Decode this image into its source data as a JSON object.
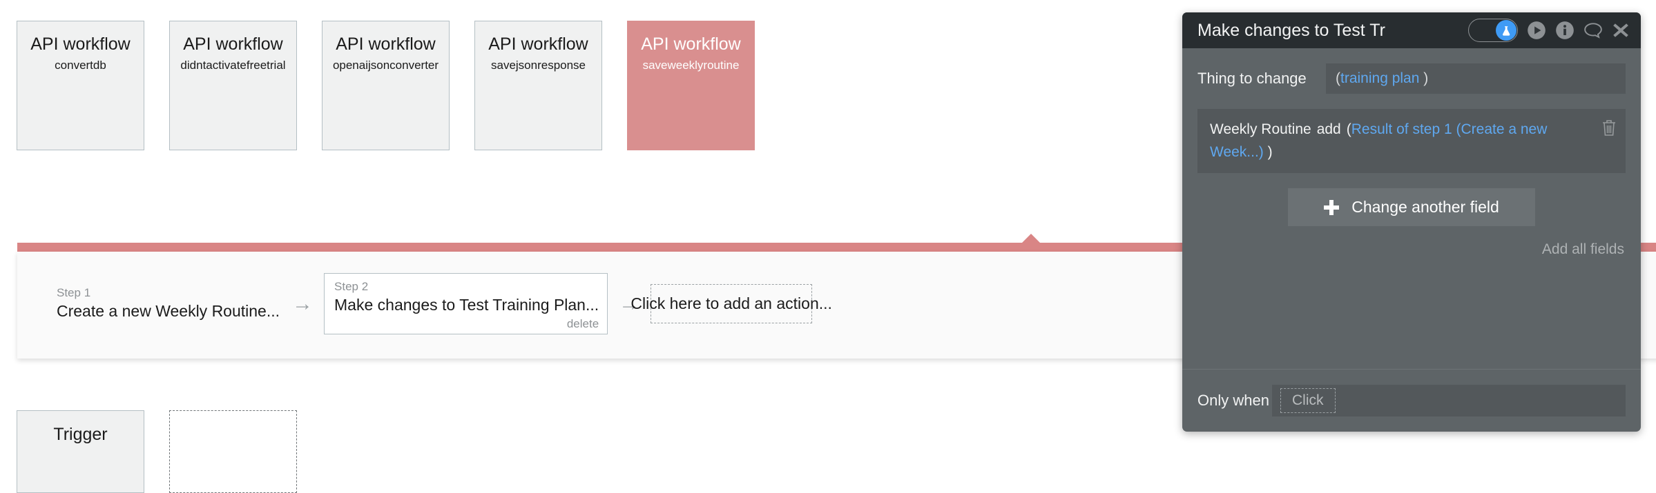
{
  "canvas": {
    "workflow_cards": [
      {
        "type": "API workflow",
        "name": "convertdb",
        "selected": false
      },
      {
        "type": "API workflow",
        "name": "didntactivatefreetrial",
        "selected": false
      },
      {
        "type": "API workflow",
        "name": "openaijsonconverter",
        "selected": false
      },
      {
        "type": "API workflow",
        "name": "savejsonresponse",
        "selected": false
      },
      {
        "type": "API workflow",
        "name": "saveweeklyroutine",
        "selected": true
      }
    ],
    "selected_accent": "#d98585",
    "steps": [
      {
        "label": "Step 1",
        "text": "Create a new Weekly Routine...",
        "delete": "",
        "boxed": false
      },
      {
        "label": "Step 2",
        "text": "Make changes to Test Training Plan...",
        "delete": "delete",
        "boxed": true
      }
    ],
    "add_action_placeholder": "Click here to add an action...",
    "arrow_glyph": "→",
    "bottom_row": {
      "trigger_label": "Trigger"
    }
  },
  "inspector": {
    "title": "Make changes to Test Tr",
    "accent_blue": "#3f9bf5",
    "header_bg": "#282d30",
    "body_bg": "#5e6467",
    "icons": [
      "flask-toggle-icon",
      "play-icon",
      "info-icon",
      "comment-icon",
      "close-icon"
    ],
    "thing_to_change": {
      "label": "Thing to change",
      "open_paren": "(",
      "value": "training plan",
      "close_paren": ")"
    },
    "change_entry": {
      "field_name": "Weekly Routine",
      "operator": "add",
      "open_paren": "(",
      "value": "Result of step 1 (Create a new Week...)",
      "close_paren": ")",
      "delete_icon": "trash-icon"
    },
    "change_another_field_label": "Change another field",
    "add_all_fields_label": "Add all fields",
    "only_when": {
      "label": "Only when",
      "placeholder": "Click"
    }
  }
}
